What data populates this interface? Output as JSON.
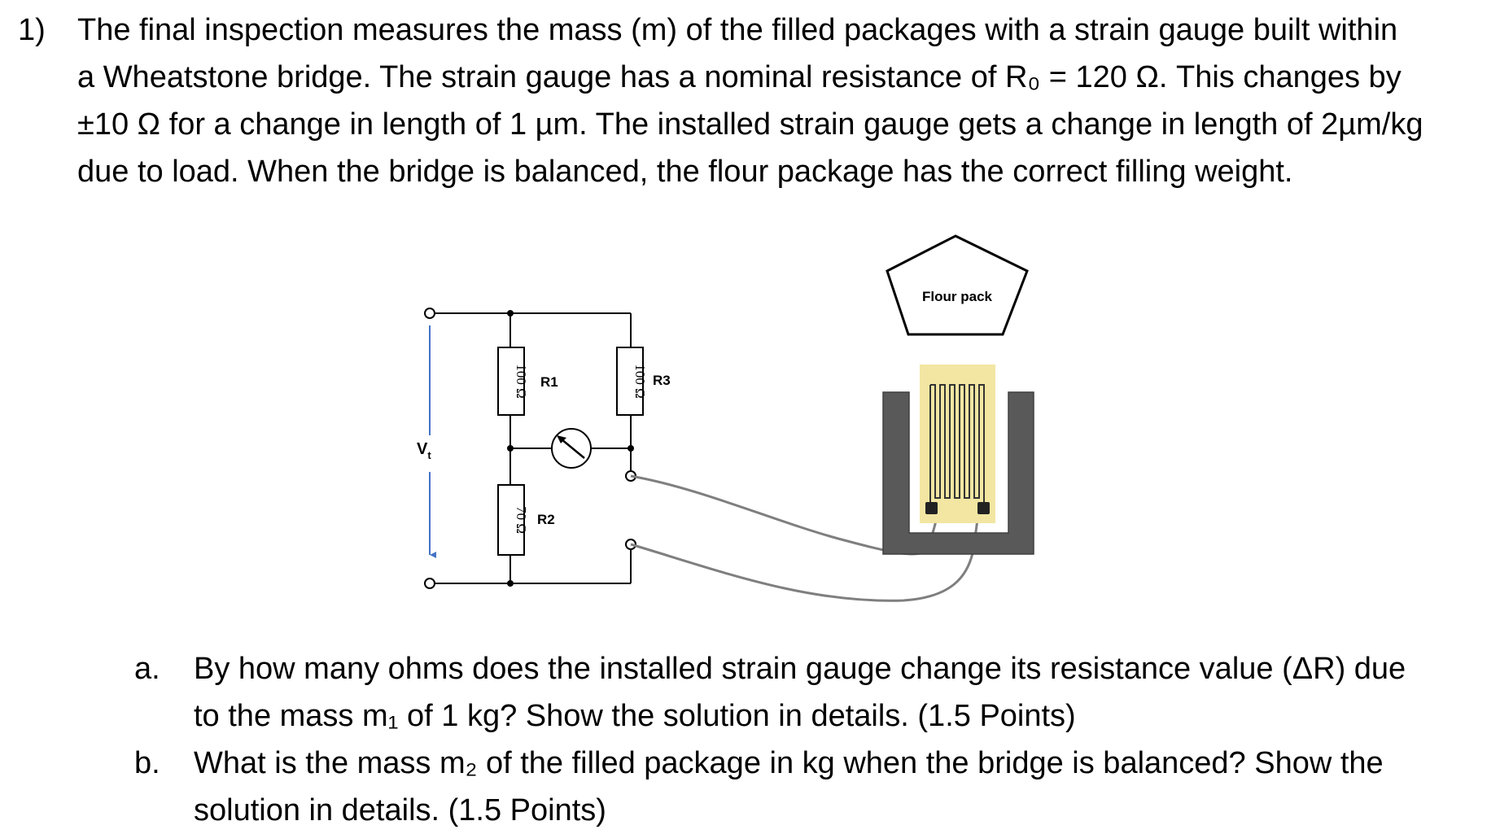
{
  "problem": {
    "number": "1)",
    "lines": [
      "The final inspection measures the mass (m) of the filled packages with a strain gauge built within",
      "a Wheatstone bridge. The strain gauge has a nominal resistance of R₀ = 120 Ω. This changes by",
      "±10 Ω for a change in length of 1 µm. The installed strain gauge gets a change in length of 2µm/kg",
      "due to load. When the bridge is balanced, the flour package has the correct filling weight."
    ]
  },
  "figure": {
    "voltage_label": "V",
    "voltage_subscript": "t",
    "r1": {
      "name": "R1",
      "value": "100 Ω"
    },
    "r2": {
      "name": "R2",
      "value": "70 Ω"
    },
    "r3": {
      "name": "R3",
      "value": "100 Ω"
    },
    "flour_label": "Flour pack",
    "colors": {
      "gauge": "#f2e6a2",
      "frame": "#595959",
      "wire": "#7f7f7f",
      "arrow": "#4472c4"
    }
  },
  "questions": [
    {
      "letter": "a.",
      "lines": [
        "By how many ohms does the installed strain gauge change its resistance value (ΔR) due",
        "to the mass m₁ of 1 kg? Show the solution in details. (1.5 Points)"
      ]
    },
    {
      "letter": "b.",
      "lines": [
        "What is the mass m₂ of the filled package in kg when the bridge is balanced? Show the",
        "solution in details. (1.5 Points)"
      ]
    }
  ]
}
